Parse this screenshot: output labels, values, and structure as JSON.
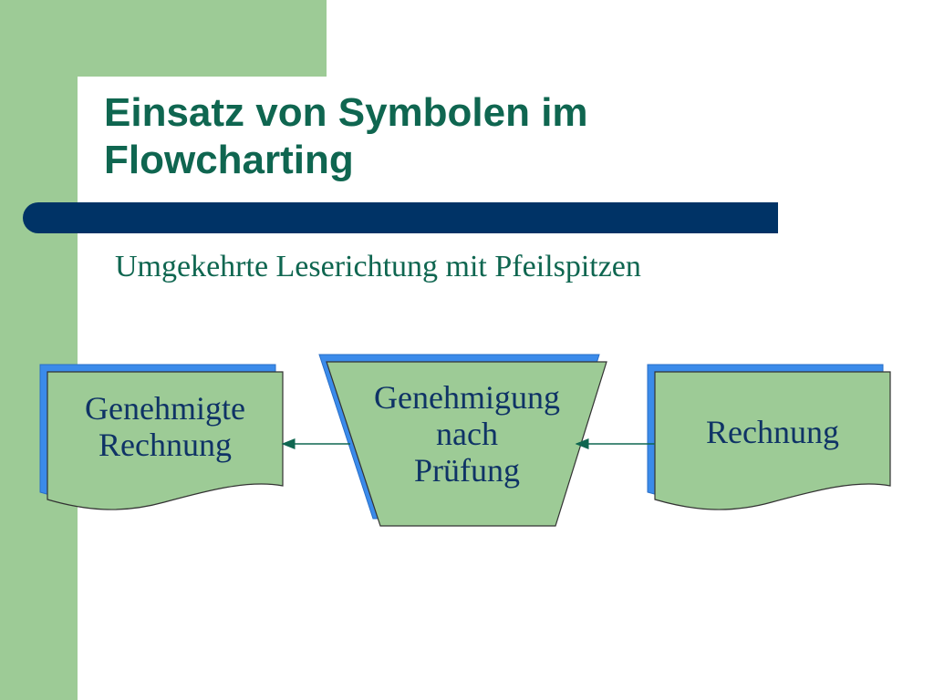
{
  "slide": {
    "title_lines": [
      "Einsatz von Symbolen im",
      "Flowcharting"
    ],
    "subtitle": "Umgekehrte Leserichtung mit Pfeilspitzen"
  },
  "diagram": {
    "nodes": [
      {
        "id": "genehmigte-rechnung",
        "shape": "document",
        "lines": [
          "Genehmigte",
          "Rechnung"
        ]
      },
      {
        "id": "genehmigung",
        "shape": "manual-operation",
        "lines": [
          "Genehmigung",
          "nach",
          "Prüfung"
        ]
      },
      {
        "id": "rechnung",
        "shape": "document",
        "lines": [
          "Rechnung"
        ]
      }
    ],
    "edges": [
      {
        "from": "rechnung",
        "to": "genehmigung"
      },
      {
        "from": "genehmigung",
        "to": "genehmigte-rechnung"
      }
    ]
  },
  "colors": {
    "background_green": "#9dcb96",
    "divider_blue": "#003366",
    "title_green": "#0f6650",
    "shape_fill": "#9dcb96",
    "shape_shadow": "#3b8bea",
    "arrow": "#0f6650",
    "node_text": "#0f3366"
  }
}
